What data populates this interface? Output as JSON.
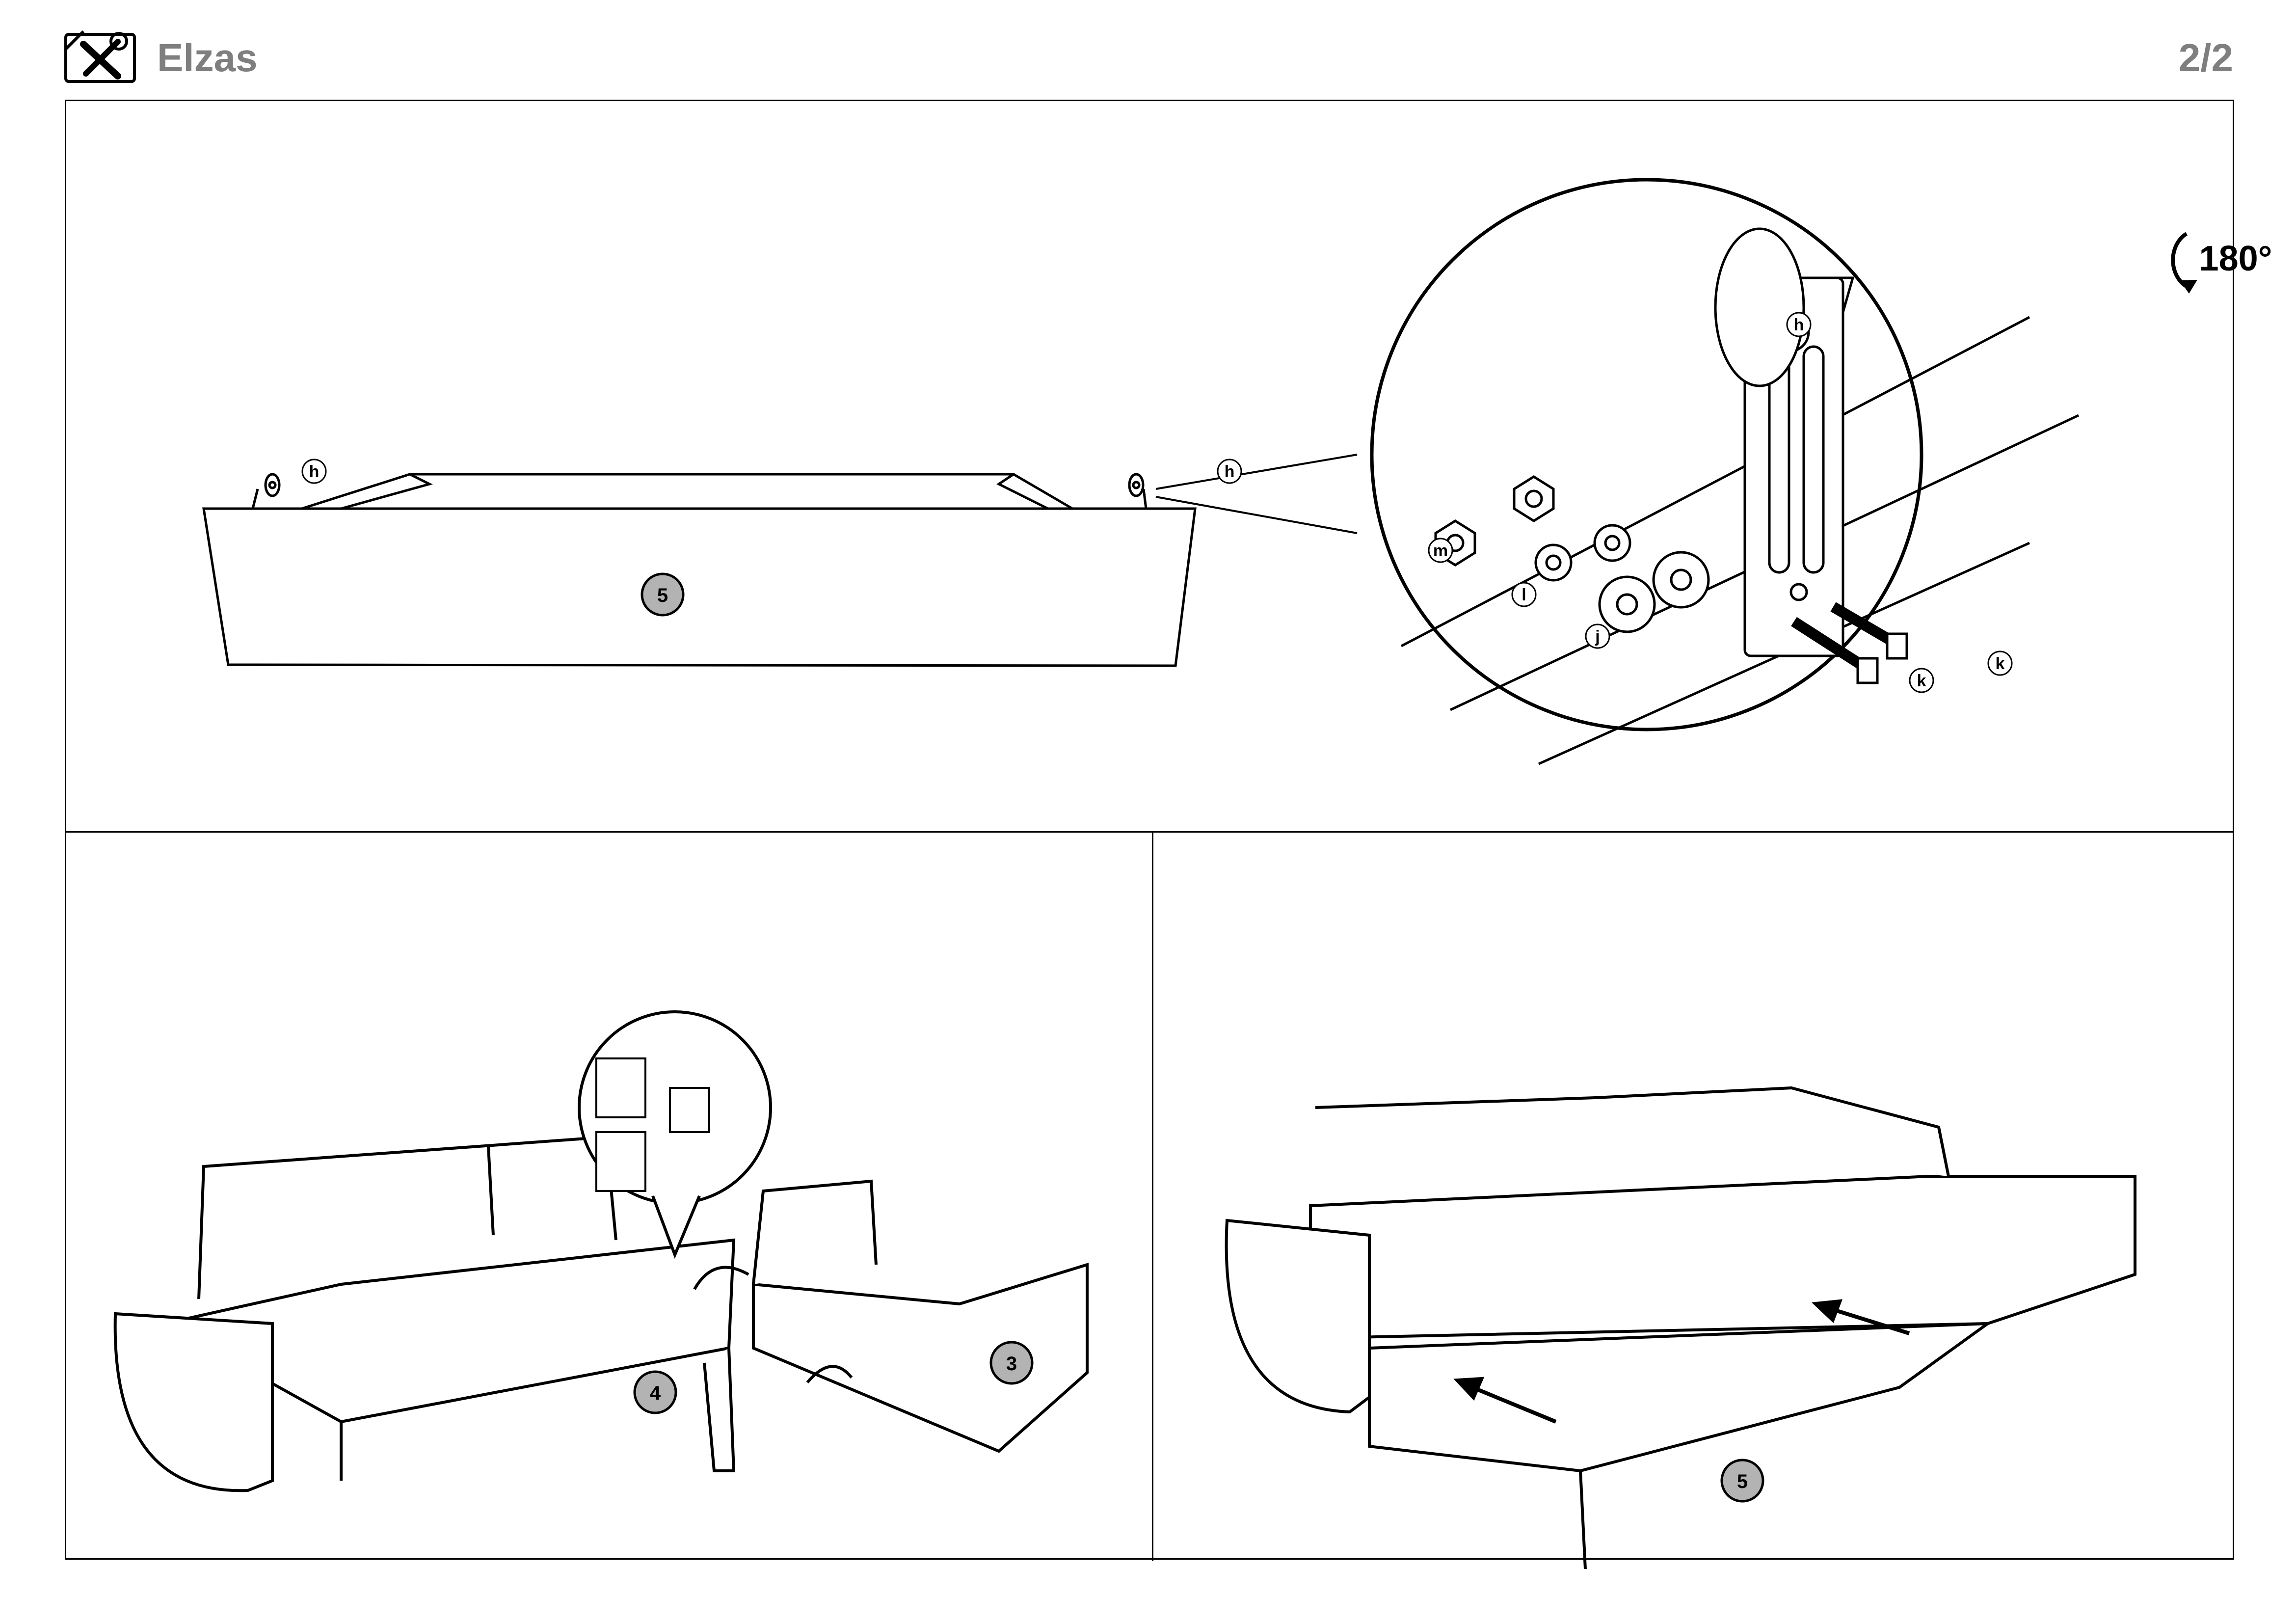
{
  "header": {
    "brand": "Elzas",
    "page": "2/2"
  },
  "rotation": "180°",
  "step_markers": {
    "top_drawer": "5",
    "seat": "4",
    "corner": "3",
    "bottom_drawer": "5"
  },
  "part_labels": {
    "h": "h",
    "m": "m",
    "l": "l",
    "j": "j",
    "k": "k"
  },
  "icons": [
    "tools-icon",
    "rotate-icon",
    "arrow-icon"
  ]
}
